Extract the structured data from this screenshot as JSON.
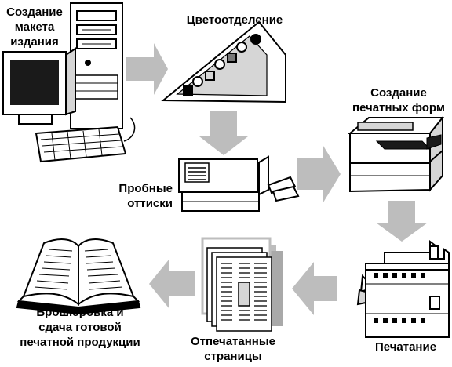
{
  "nodes": {
    "layout": {
      "label": "Создание\nмакета\nиздания"
    },
    "color_separation": {
      "label": "Цветоотделение"
    },
    "plates": {
      "label": "Создание\nпечатных форм"
    },
    "proofs": {
      "label": "Пробные\nоттиски"
    },
    "printing": {
      "label": "Печатание"
    },
    "printed_pages": {
      "label": "Отпечатанные\nстраницы"
    },
    "binding": {
      "label": "Брошюровка и\nсдача готовой\nпечатной продукции"
    }
  },
  "colors": {
    "arrow_fill": "#bdbdbd",
    "outline": "#000000",
    "shading": "#d6d6d6",
    "dark": "#1a1a1a"
  }
}
